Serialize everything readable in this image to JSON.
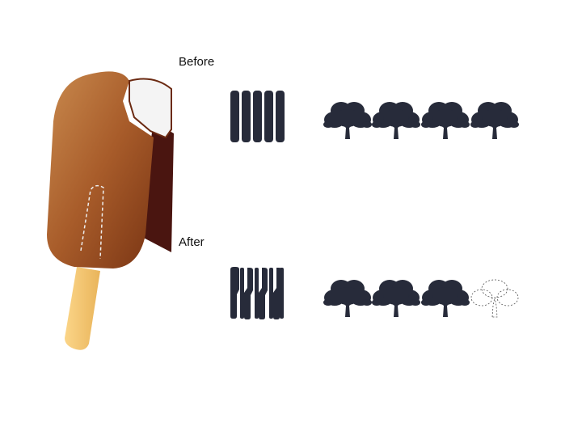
{
  "labels": {
    "before": "Before",
    "after": "After"
  },
  "before": {
    "sticks": 5,
    "trees": 4,
    "trees_lost": 0
  },
  "after": {
    "sticks": 7,
    "trees": 4,
    "trees_lost": 1
  },
  "colors": {
    "icon": "#272b3a",
    "chocolate": "#a5582a",
    "chocolate_dark": "#4a1510",
    "stick": "#f5c56b",
    "cream": "#f4f4f4"
  }
}
